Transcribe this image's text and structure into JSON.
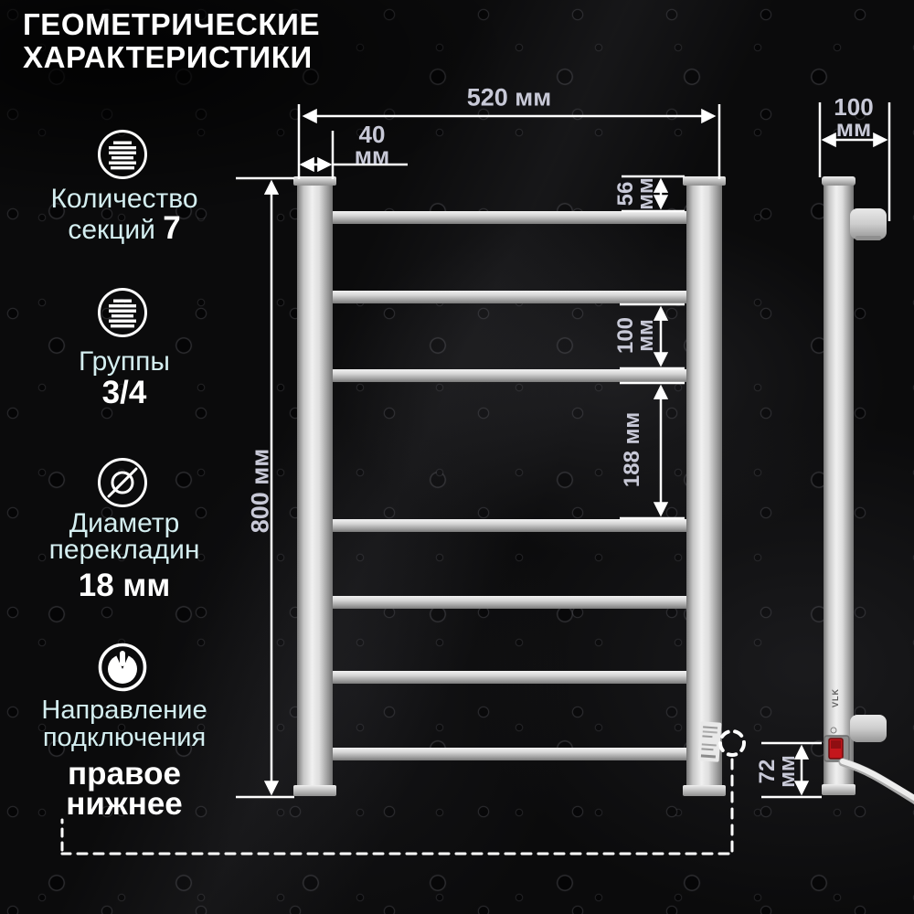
{
  "title": {
    "line1": "ГЕОМЕТРИЧЕСКИЕ",
    "line2": "ХАРАКТЕРИСТИКИ"
  },
  "specs": {
    "sections": {
      "label_line1": "Количество",
      "label_line2": "секций",
      "value": "7"
    },
    "groups": {
      "label": "Группы",
      "value": "3/4"
    },
    "diameter": {
      "label_line1": "Диаметр",
      "label_line2": "перекладин",
      "value": "18 мм"
    },
    "connection": {
      "label_line1": "Направление",
      "label_line2": "подключения",
      "value_line1": "правое",
      "value_line2": "нижнее"
    }
  },
  "dimensions": {
    "overall_width": {
      "label": "520 мм"
    },
    "post_width": {
      "value": "40",
      "unit": "мм"
    },
    "top_bar_offset": {
      "value": "56",
      "unit": "мм"
    },
    "bar_spacing": {
      "value": "100",
      "unit": "мм"
    },
    "middle_gap": {
      "label": "188 мм"
    },
    "overall_height": {
      "label": "800 мм"
    },
    "depth": {
      "value": "100",
      "unit": "мм"
    },
    "connection_height": {
      "value": "72",
      "unit": "мм"
    }
  },
  "side_view": {
    "brand": "VLK"
  },
  "colors": {
    "background": "#0b0b0c",
    "accent_text": "#d4eef0",
    "dimension_text": "#c8c9d7",
    "metal": "#d9d9d9",
    "switch_red": "#c4161c"
  }
}
